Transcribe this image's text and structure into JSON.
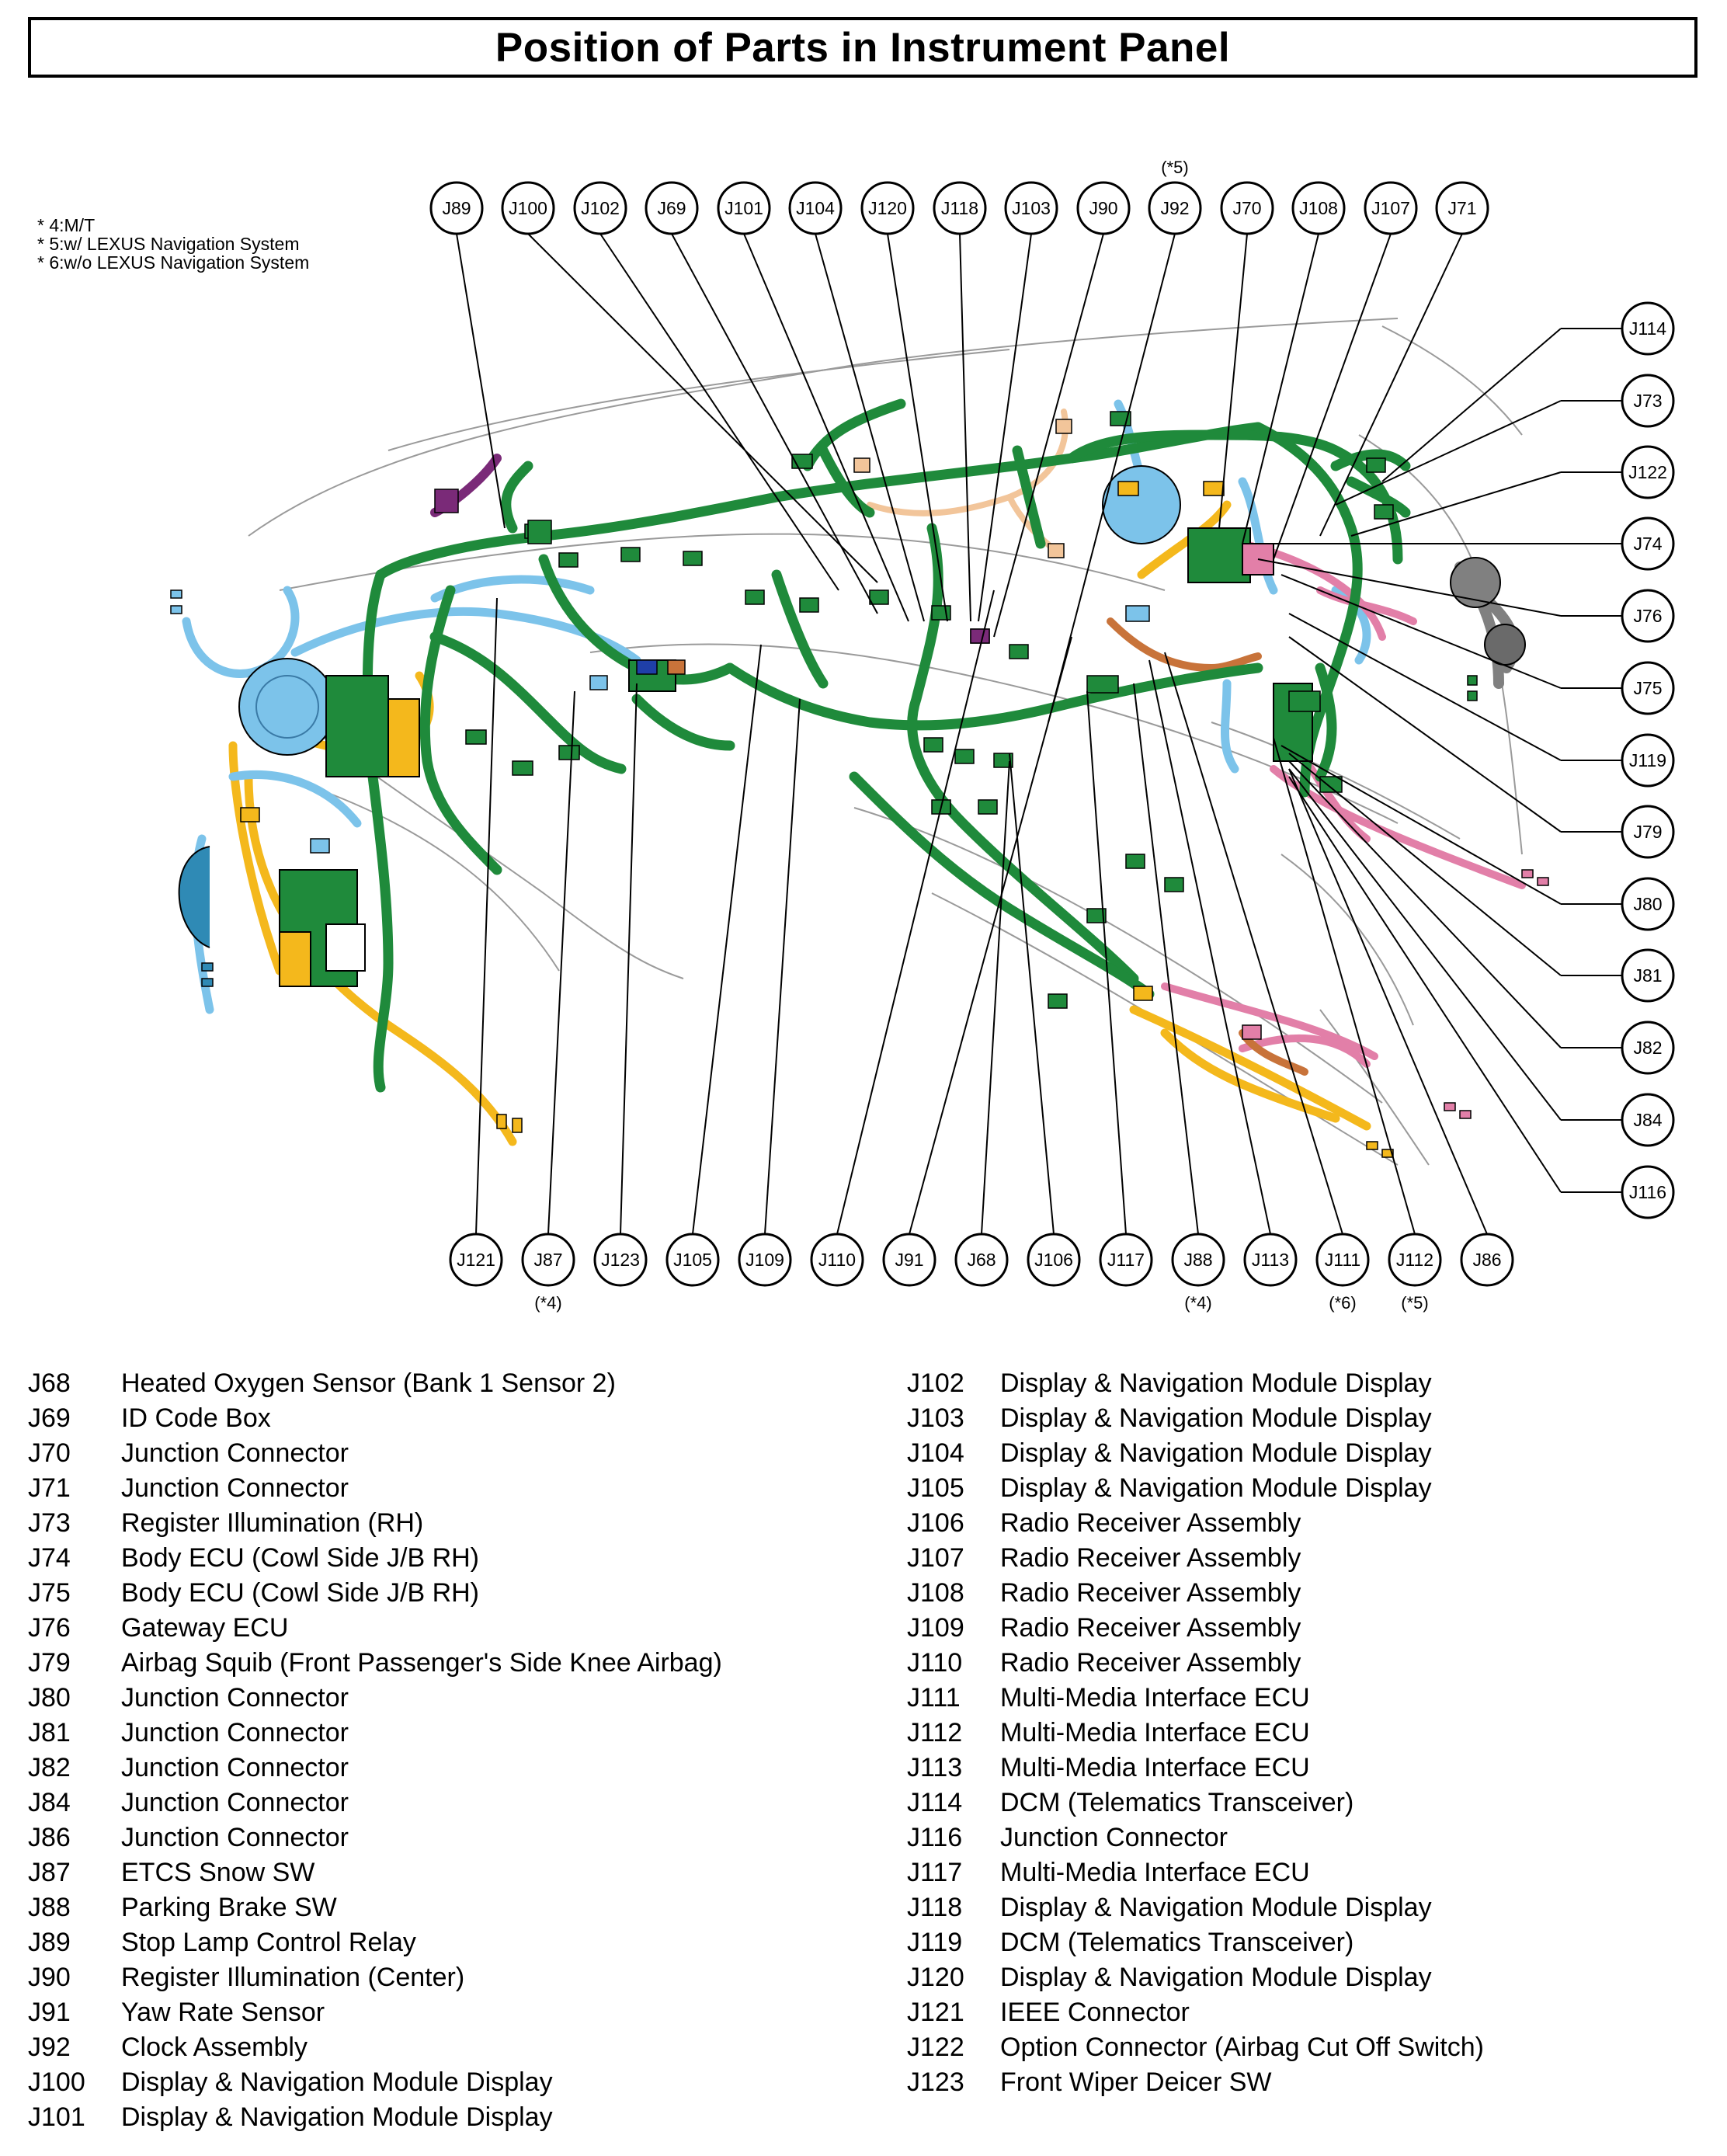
{
  "title": "Position of Parts in Instrument Panel",
  "notes": [
    "* 4:M/T",
    "* 5:w/ LEXUS Navigation System",
    "* 6:w/o LEXUS Navigation System"
  ],
  "callouts_top": [
    {
      "code": "J89",
      "note": ""
    },
    {
      "code": "J100",
      "note": ""
    },
    {
      "code": "J102",
      "note": ""
    },
    {
      "code": "J69",
      "note": ""
    },
    {
      "code": "J101",
      "note": ""
    },
    {
      "code": "J104",
      "note": ""
    },
    {
      "code": "J120",
      "note": ""
    },
    {
      "code": "J118",
      "note": ""
    },
    {
      "code": "J103",
      "note": ""
    },
    {
      "code": "J90",
      "note": ""
    },
    {
      "code": "J92",
      "note": "(*5)"
    },
    {
      "code": "J70",
      "note": ""
    },
    {
      "code": "J108",
      "note": ""
    },
    {
      "code": "J107",
      "note": ""
    },
    {
      "code": "J71",
      "note": ""
    }
  ],
  "callouts_right": [
    {
      "code": "J114"
    },
    {
      "code": "J73"
    },
    {
      "code": "J122"
    },
    {
      "code": "J74"
    },
    {
      "code": "J76"
    },
    {
      "code": "J75"
    },
    {
      "code": "J119"
    },
    {
      "code": "J79"
    },
    {
      "code": "J80"
    },
    {
      "code": "J81"
    },
    {
      "code": "J82"
    },
    {
      "code": "J84"
    },
    {
      "code": "J116"
    }
  ],
  "callouts_bottom": [
    {
      "code": "J121",
      "note": ""
    },
    {
      "code": "J87",
      "note": "(*4)"
    },
    {
      "code": "J123",
      "note": ""
    },
    {
      "code": "J105",
      "note": ""
    },
    {
      "code": "J109",
      "note": ""
    },
    {
      "code": "J110",
      "note": ""
    },
    {
      "code": "J91",
      "note": ""
    },
    {
      "code": "J68",
      "note": ""
    },
    {
      "code": "J106",
      "note": ""
    },
    {
      "code": "J117",
      "note": ""
    },
    {
      "code": "J88",
      "note": "(*4)"
    },
    {
      "code": "J113",
      "note": ""
    },
    {
      "code": "J111",
      "note": "(*6)"
    },
    {
      "code": "J112",
      "note": "(*5)"
    },
    {
      "code": "J86",
      "note": ""
    }
  ],
  "legend_left": [
    {
      "code": "J68",
      "desc": "Heated Oxygen Sensor (Bank 1 Sensor 2)"
    },
    {
      "code": "J69",
      "desc": "ID Code Box"
    },
    {
      "code": "J70",
      "desc": "Junction Connector"
    },
    {
      "code": "J71",
      "desc": "Junction Connector"
    },
    {
      "code": "J73",
      "desc": "Register Illumination (RH)"
    },
    {
      "code": "J74",
      "desc": "Body ECU (Cowl Side J/B RH)"
    },
    {
      "code": "J75",
      "desc": "Body ECU (Cowl Side J/B RH)"
    },
    {
      "code": "J76",
      "desc": "Gateway ECU"
    },
    {
      "code": "J79",
      "desc": "Airbag Squib (Front Passenger's Side Knee Airbag)"
    },
    {
      "code": "J80",
      "desc": "Junction Connector"
    },
    {
      "code": "J81",
      "desc": "Junction Connector"
    },
    {
      "code": "J82",
      "desc": "Junction Connector"
    },
    {
      "code": "J84",
      "desc": "Junction Connector"
    },
    {
      "code": "J86",
      "desc": "Junction Connector"
    },
    {
      "code": "J87",
      "desc": "ETCS Snow SW"
    },
    {
      "code": "J88",
      "desc": "Parking Brake SW"
    },
    {
      "code": "J89",
      "desc": "Stop Lamp Control Relay"
    },
    {
      "code": "J90",
      "desc": "Register Illumination (Center)"
    },
    {
      "code": "J91",
      "desc": "Yaw Rate Sensor"
    },
    {
      "code": "J92",
      "desc": "Clock Assembly"
    },
    {
      "code": "J100",
      "desc": "Display & Navigation Module Display"
    },
    {
      "code": "J101",
      "desc": "Display & Navigation Module Display"
    }
  ],
  "legend_right": [
    {
      "code": "J102",
      "desc": "Display & Navigation Module Display"
    },
    {
      "code": "J103",
      "desc": "Display & Navigation Module Display"
    },
    {
      "code": "J104",
      "desc": "Display & Navigation Module Display"
    },
    {
      "code": "J105",
      "desc": "Display & Navigation Module Display"
    },
    {
      "code": "J106",
      "desc": "Radio Receiver Assembly"
    },
    {
      "code": "J107",
      "desc": "Radio Receiver Assembly"
    },
    {
      "code": "J108",
      "desc": "Radio Receiver Assembly"
    },
    {
      "code": "J109",
      "desc": "Radio Receiver Assembly"
    },
    {
      "code": "J110",
      "desc": "Radio Receiver Assembly"
    },
    {
      "code": "J111",
      "desc": "Multi-Media Interface ECU"
    },
    {
      "code": "J112",
      "desc": "Multi-Media Interface ECU"
    },
    {
      "code": "J113",
      "desc": "Multi-Media Interface ECU"
    },
    {
      "code": "J114",
      "desc": "DCM (Telematics Transceiver)"
    },
    {
      "code": "J116",
      "desc": "Junction Connector"
    },
    {
      "code": "J117",
      "desc": "Multi-Media Interface ECU"
    },
    {
      "code": "J118",
      "desc": "Display & Navigation Module Display"
    },
    {
      "code": "J119",
      "desc": "DCM (Telematics Transceiver)"
    },
    {
      "code": "J120",
      "desc": "Display & Navigation Module Display"
    },
    {
      "code": "J121",
      "desc": "IEEE Connector"
    },
    {
      "code": "J122",
      "desc": "Option Connector (Airbag Cut Off Switch)"
    },
    {
      "code": "J123",
      "desc": "Front Wiper Deicer SW"
    }
  ],
  "colors": {
    "harness_green": "#1f8a3b",
    "harness_blue": "#7cc3ea",
    "harness_yellow": "#f4b81c",
    "harness_pink": "#e27fa8",
    "harness_orange": "#c8733a",
    "harness_purple": "#7a2a78",
    "harness_gray": "#808080",
    "harness_tan": "#f2c59a",
    "outline": "#000000"
  }
}
